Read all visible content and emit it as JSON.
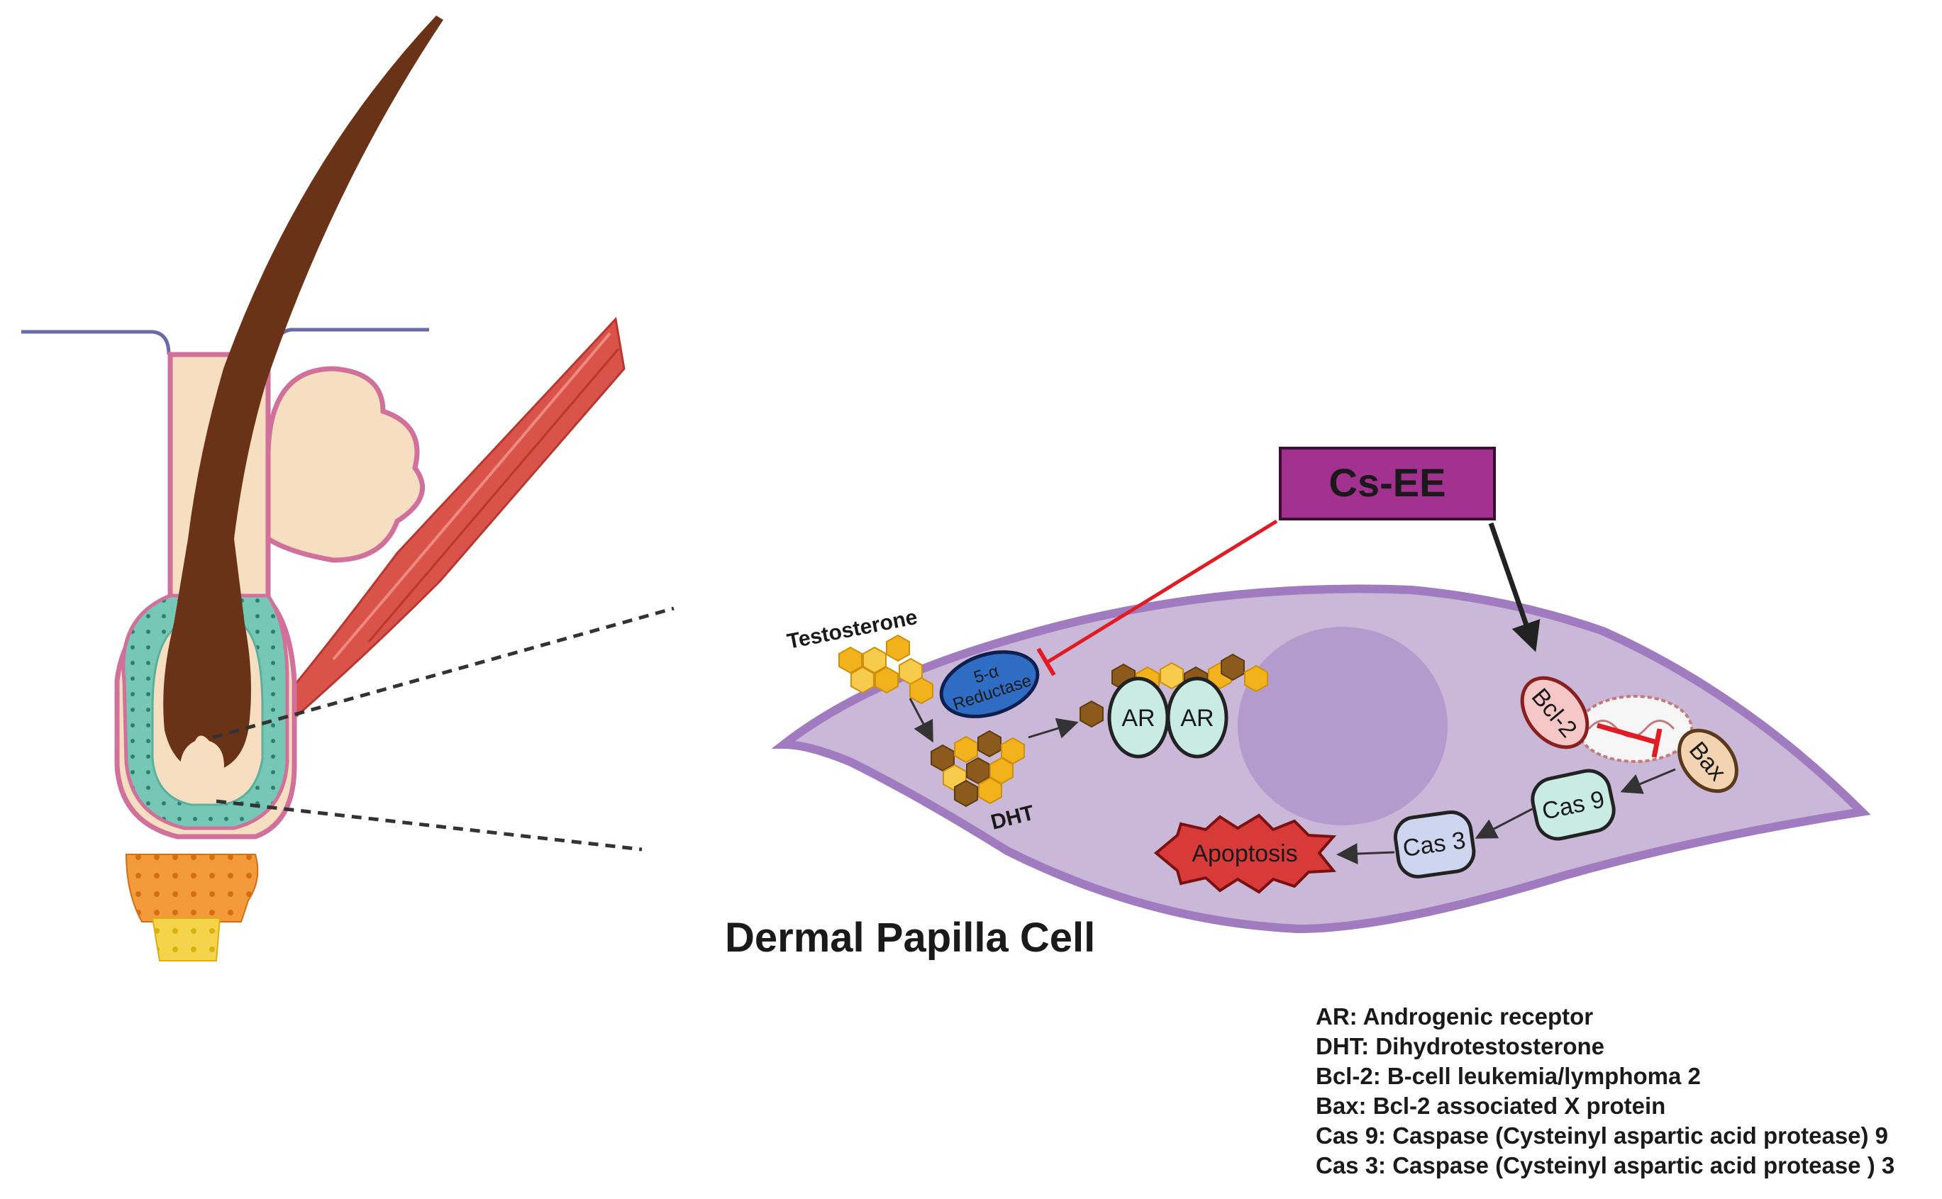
{
  "diagram_title": "Dermal Papilla Cell",
  "treatment": {
    "label": "Cs-EE",
    "color": "#a3318f"
  },
  "molecules": {
    "testosterone": "Testosterone",
    "dht": "DHT",
    "reductase_line1": "5-α",
    "reductase_line2": "Reductase",
    "ar": "AR",
    "bcl2": "Bcl-2",
    "bax": "Bax",
    "cas9": "Cas 9",
    "cas3": "Cas 3",
    "apoptosis": "Apoptosis"
  },
  "colors": {
    "cell": "#c9b8d8",
    "cell_border": "#a07bbf",
    "nucleus": "#b39bce",
    "inhibition": "#e01b24",
    "hair": "#6a3318",
    "muscle": "#d9534a",
    "reductase": "#2f6cc4",
    "receptor": "#c8ece3",
    "molecule": "#f2b21b"
  },
  "legend": [
    "AR: Androgenic receptor",
    "DHT: Dihydrotestosterone",
    "Bcl-2: B-cell leukemia/lymphoma 2",
    "Bax: Bcl-2 associated X protein",
    "Cas 9: Caspase (Cysteinyl aspartic acid protease) 9",
    "Cas 3: Caspase (Cysteinyl aspartic acid protease ) 3"
  ]
}
